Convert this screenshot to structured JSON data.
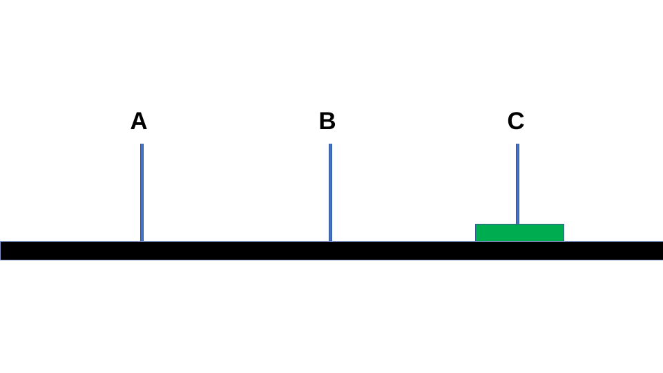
{
  "scene": {
    "description": "Tower of Hanoi puzzle state: three pegs on a base bar, one green disk on peg C",
    "background_color": "#ffffff"
  },
  "pegs": [
    {
      "id": "A",
      "label": "A",
      "disk_count": 0
    },
    {
      "id": "B",
      "label": "B",
      "disk_count": 0
    },
    {
      "id": "C",
      "label": "C",
      "disk_count": 1
    }
  ],
  "disks": [
    {
      "id": "disk-1",
      "peg": "C",
      "fill_color": "#00AC50",
      "border_color": "#3A5795"
    }
  ],
  "colors": {
    "peg_fill": "#4472C4",
    "peg_border": "#2F5597",
    "disk_fill": "#00AC50",
    "disk_border": "#3A5795",
    "base_fill": "#000000",
    "base_border": "#7D96CC",
    "label_color": "#000000"
  }
}
